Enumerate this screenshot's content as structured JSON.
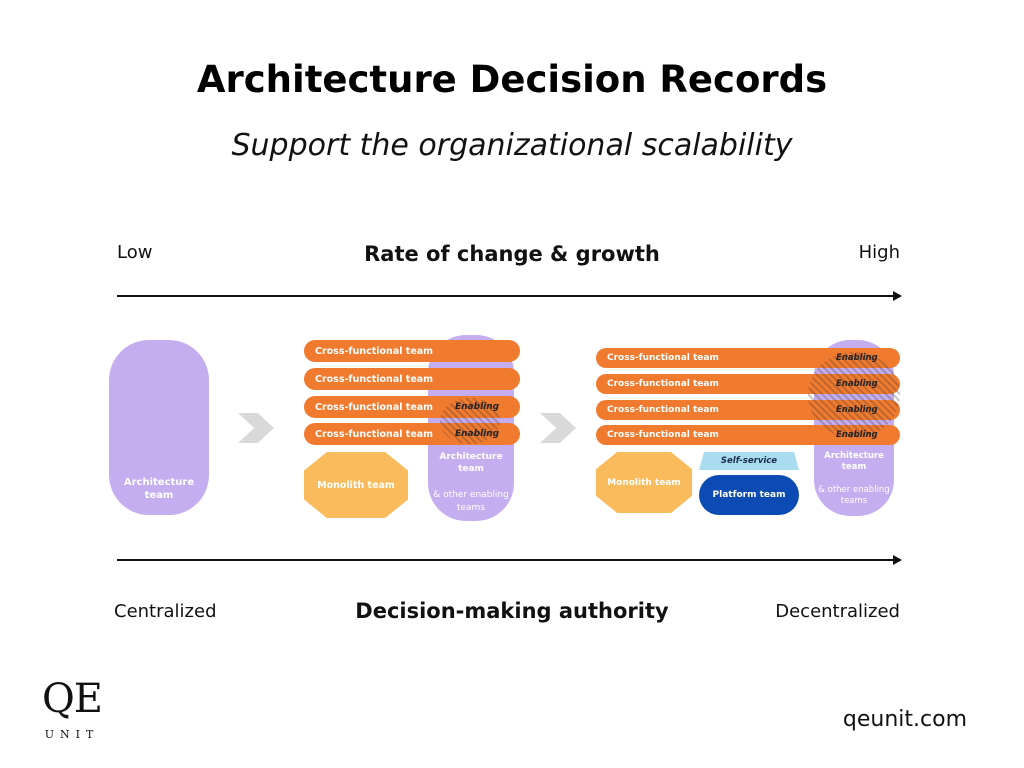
{
  "title": "Architecture Decision Records",
  "subtitle": "Support the organizational scalability",
  "top_axis": {
    "left": "Low",
    "center": "Rate of change & growth",
    "right": "High"
  },
  "bottom_axis": {
    "left": "Centralized",
    "center": "Decision-making authority",
    "right": "Decentralized"
  },
  "stage1": {
    "architecture_team": "Architecture team"
  },
  "stage2": {
    "bars": [
      "Cross-functional team",
      "Cross-functional team",
      "Cross-functional team",
      "Cross-functional team"
    ],
    "enabling": [
      "Enabling",
      "Enabling"
    ],
    "monolith": "Monolith team",
    "architecture_team": "Architecture team",
    "other_teams": "& other enabling teams"
  },
  "stage3": {
    "bars": [
      "Cross-functional team",
      "Cross-functional team",
      "Cross-functional team",
      "Cross-functional team"
    ],
    "enabling": [
      "Enabling",
      "Enabling",
      "Enabling",
      "Enabling"
    ],
    "monolith": "Monolith team",
    "self_service": "Self-service",
    "platform": "Platform team",
    "architecture_team": "Architecture team",
    "other_teams": "& other enabling teams"
  },
  "logo": {
    "mark": "QE",
    "word": "UNIT"
  },
  "website": "qeunit.com",
  "colors": {
    "orange": "#f07a2e",
    "purple": "#c5aef0",
    "light_orange": "#f9bb5c",
    "blue": "#0b4bb3",
    "light_blue": "#a9dcef"
  }
}
